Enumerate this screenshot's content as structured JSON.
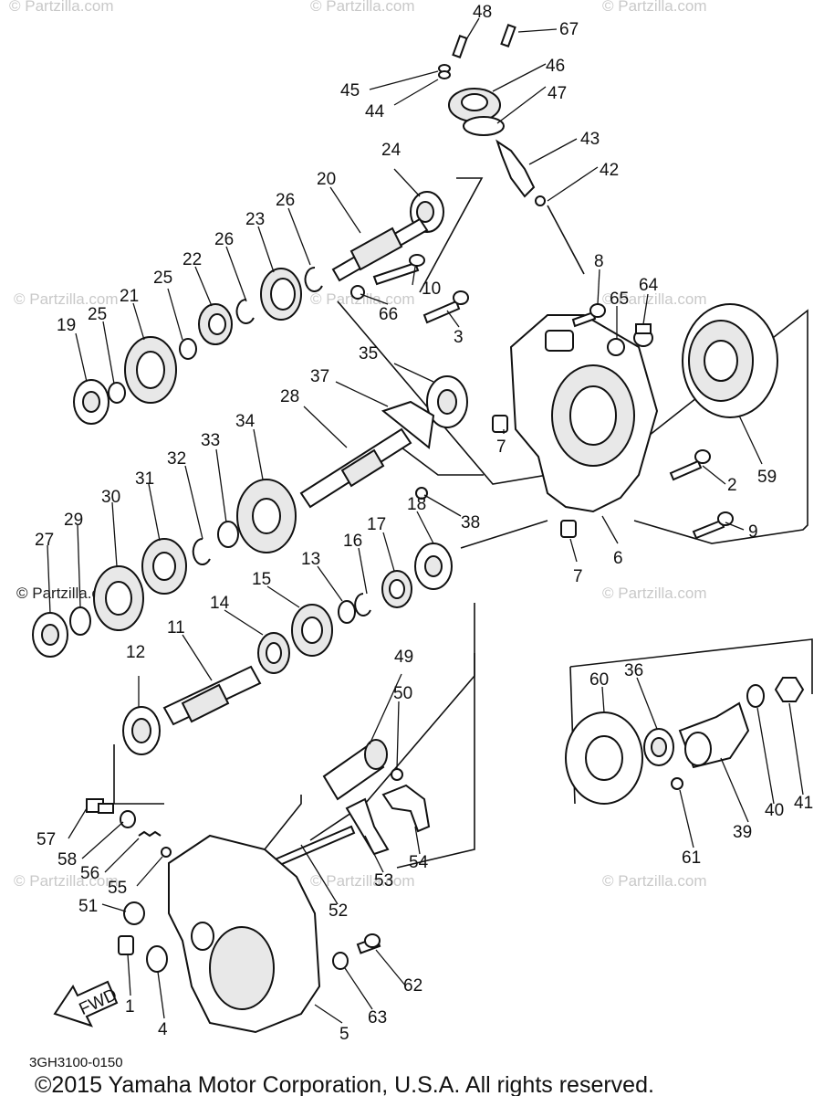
{
  "diagram": {
    "part_code": "3GH3100-0150",
    "copyright": "©2015 Yamaha Motor Corporation, U.S.A. All rights reserved.",
    "fwd_label": "FWD",
    "watermarks": [
      {
        "text": "© Partzilla.com"
      },
      {
        "text": "© Partzilla.com"
      },
      {
        "text": "© Partzilla.com"
      },
      {
        "text": "© Partzilla.com"
      },
      {
        "text": "© Partzilla.com"
      },
      {
        "text": "© Partzilla.com"
      },
      {
        "text": "© Partzilla.com"
      },
      {
        "text": "© Partzilla.com"
      },
      {
        "text": "© Partzilla.com"
      },
      {
        "text": "© Partzilla.com"
      },
      {
        "text": "© Partzilla.com"
      }
    ],
    "labels": [
      {
        "text": "48"
      },
      {
        "text": "67"
      },
      {
        "text": "45"
      },
      {
        "text": "44"
      },
      {
        "text": "46"
      },
      {
        "text": "47"
      },
      {
        "text": "43"
      },
      {
        "text": "42"
      },
      {
        "text": "24"
      },
      {
        "text": "20"
      },
      {
        "text": "26"
      },
      {
        "text": "23"
      },
      {
        "text": "26"
      },
      {
        "text": "22"
      },
      {
        "text": "25"
      },
      {
        "text": "21"
      },
      {
        "text": "25"
      },
      {
        "text": "19"
      },
      {
        "text": "10"
      },
      {
        "text": "66"
      },
      {
        "text": "3"
      },
      {
        "text": "8"
      },
      {
        "text": "64"
      },
      {
        "text": "65"
      },
      {
        "text": "35"
      },
      {
        "text": "37"
      },
      {
        "text": "28"
      },
      {
        "text": "34"
      },
      {
        "text": "33"
      },
      {
        "text": "32"
      },
      {
        "text": "31"
      },
      {
        "text": "30"
      },
      {
        "text": "29"
      },
      {
        "text": "27"
      },
      {
        "text": "7"
      },
      {
        "text": "2"
      },
      {
        "text": "59"
      },
      {
        "text": "38"
      },
      {
        "text": "9"
      },
      {
        "text": "7"
      },
      {
        "text": "6"
      },
      {
        "text": "18"
      },
      {
        "text": "17"
      },
      {
        "text": "16"
      },
      {
        "text": "13"
      },
      {
        "text": "15"
      },
      {
        "text": "14"
      },
      {
        "text": "11"
      },
      {
        "text": "12"
      },
      {
        "text": "49"
      },
      {
        "text": "50"
      },
      {
        "text": "60"
      },
      {
        "text": "36"
      },
      {
        "text": "39"
      },
      {
        "text": "40"
      },
      {
        "text": "41"
      },
      {
        "text": "61"
      },
      {
        "text": "57"
      },
      {
        "text": "58"
      },
      {
        "text": "56"
      },
      {
        "text": "55"
      },
      {
        "text": "53"
      },
      {
        "text": "54"
      },
      {
        "text": "52"
      },
      {
        "text": "51"
      },
      {
        "text": "1"
      },
      {
        "text": "4"
      },
      {
        "text": "5"
      },
      {
        "text": "63"
      },
      {
        "text": "62"
      }
    ]
  }
}
